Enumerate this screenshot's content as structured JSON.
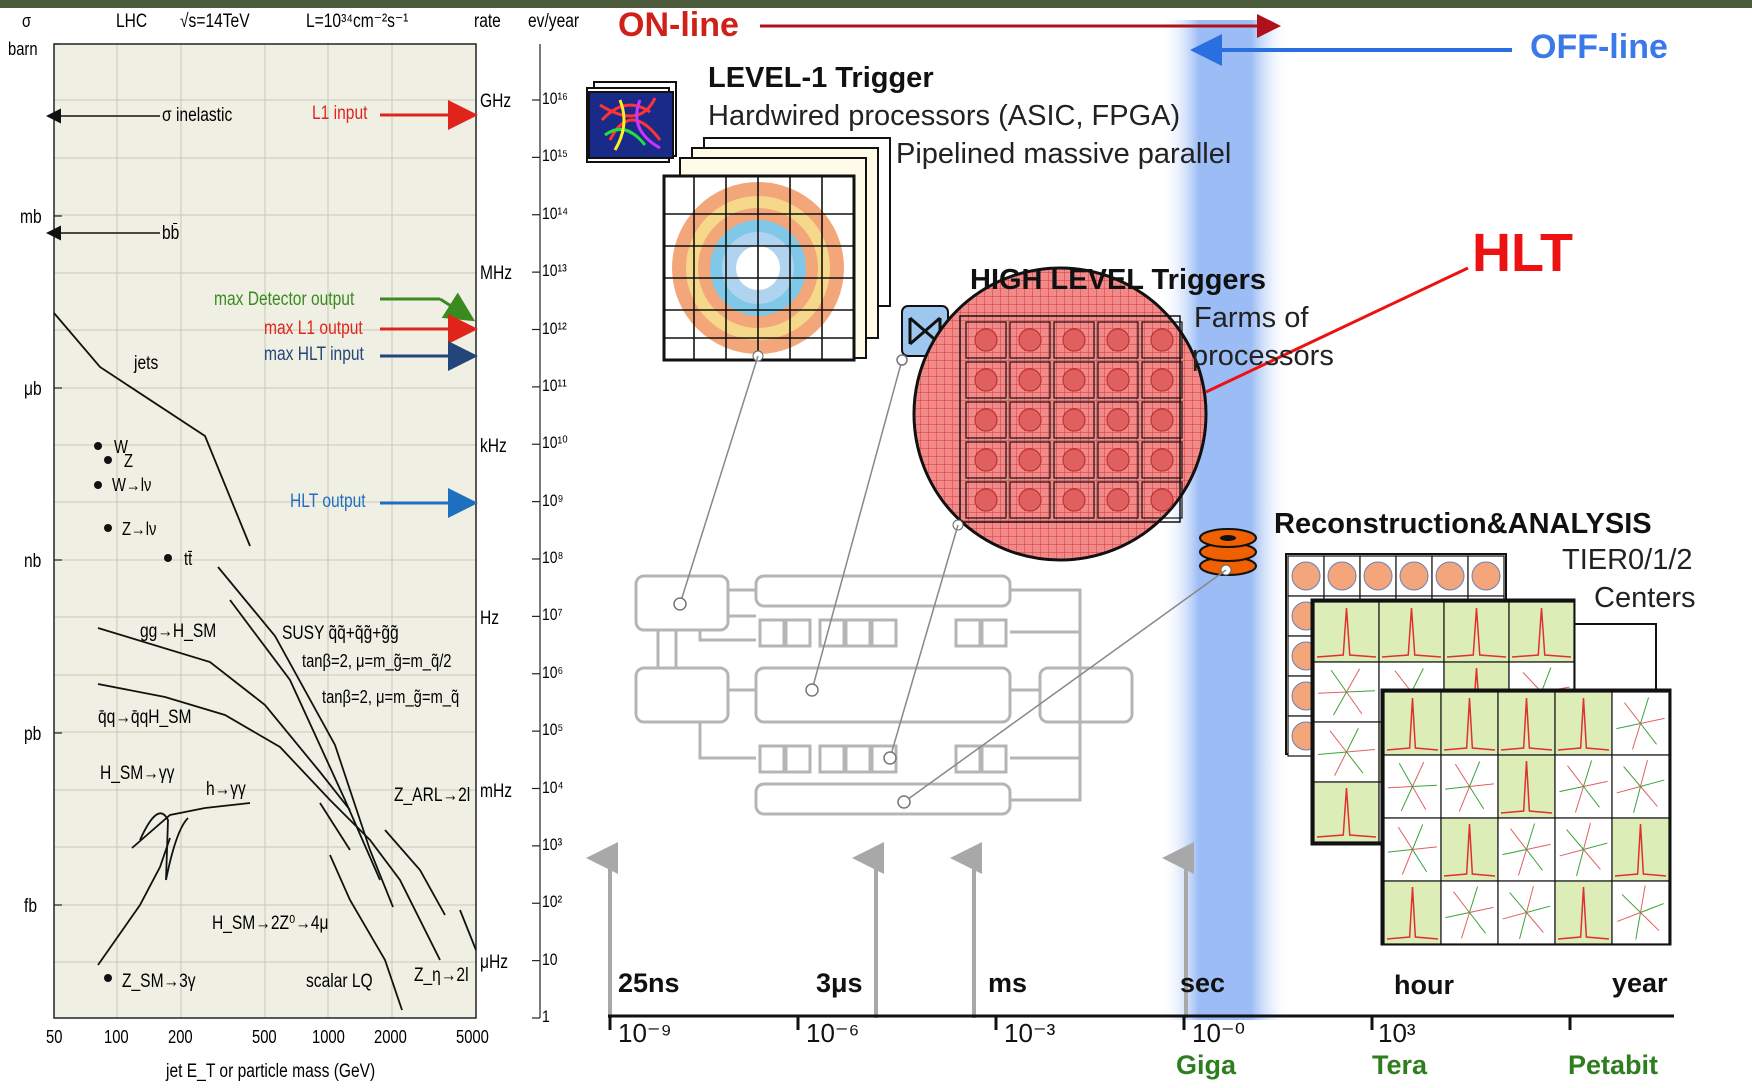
{
  "header": {
    "online": "ON-line",
    "offline": "OFF-line"
  },
  "xsec_chart": {
    "col_sigma": "σ",
    "col_lhc": "LHC",
    "col_energy": "√s=14TeV",
    "col_lumi": "L=10³⁴cm⁻²s⁻¹",
    "col_rate": "rate",
    "col_evyear": "ev/year",
    "y_unit": "barn",
    "xs_units": [
      "mb",
      "μb",
      "nb",
      "pb",
      "fb"
    ],
    "rate_units": [
      "GHz",
      "MHz",
      "kHz",
      "Hz",
      "mHz",
      "μHz"
    ],
    "evyear_ticks": [
      "10¹⁶",
      "10¹⁵",
      "10¹⁴",
      "10¹³",
      "10¹²",
      "10¹¹",
      "10¹⁰",
      "10⁹",
      "10⁸",
      "10⁷",
      "10⁶",
      "10⁵",
      "10⁴",
      "10³",
      "10²",
      "10",
      "1"
    ],
    "x_ticks": [
      "50",
      "100",
      "200",
      "500",
      "1000",
      "2000",
      "5000"
    ],
    "x_label": "jet E_T or particle mass (GeV)",
    "arrows": {
      "sigma_inelastic": "σ inelastic",
      "bbbar": "bb̄",
      "l1_input": "L1 input",
      "max_detector_output": "max Detector output",
      "max_l1_output": "max L1 output",
      "max_hlt_input": "max HLT input",
      "hlt_output": "HLT output"
    },
    "processes": {
      "jets": "jets",
      "w": "W",
      "z": "Z",
      "w_lnu": "W→lν",
      "z_ll": "Z→lν",
      "ttbar": "tt̄",
      "gg_hsm": "gg→H_SM",
      "susy": "SUSY q̃q̃+q̃g̃+g̃g̃",
      "tanb1": "tanβ=2, μ=m_g̃=m_q̃/2",
      "tanb2": "tanβ=2, μ=m_g̃=m_q̃",
      "qq_qqhsm": "q̄q→q̄qH_SM",
      "hsm_gg": "H_SM→γγ",
      "h_gg": "h→γγ",
      "zarl": "Z_ARL→2l",
      "hsm_4l": "H_SM→2Z⁰→4μ",
      "zsm_3g": "Z_SM→3γ",
      "scalar_lq": "scalar LQ",
      "zeta_2l": "Z_η→2l"
    },
    "colors": {
      "red": "#e0241b",
      "green": "#3a8a1f",
      "blue": "#1f6fbf",
      "navy": "#23467a"
    }
  },
  "right": {
    "level1_title": "LEVEL-1 Trigger",
    "level1_line1": "Hardwired processors  (ASIC, FPGA)",
    "level1_line2": "Pipelined massive parallel",
    "hlt_big": "HLT",
    "hlt_title": "HIGH LEVEL Triggers",
    "hlt_line1": "Farms of",
    "hlt_line2": "processors",
    "reco_title": "Reconstruction&ANALYSIS",
    "reco_line1": "TIER0/1/2",
    "reco_line2": "Centers",
    "time_labels": [
      "25ns",
      "3μs",
      "ms",
      "sec",
      "hour",
      "year"
    ],
    "exp_labels": [
      "10⁻⁹",
      "10⁻⁶",
      "10⁻³",
      "10⁻⁰",
      "10³"
    ],
    "rate_names": [
      "Giga",
      "Tera",
      "Petabit"
    ],
    "colors": {
      "online": "#d0201a",
      "offline": "#3b79e8",
      "hlt": "#ee1111",
      "green": "#2e7d1e"
    }
  }
}
